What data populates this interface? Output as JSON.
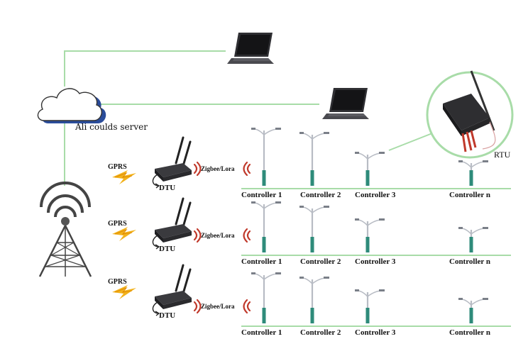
{
  "server": {
    "label": "Ali coulds server"
  },
  "rtu": {
    "label": "RTU"
  },
  "rows": [
    {
      "gprs": "GPRS",
      "dtu": "DTU",
      "link": "Zigbee/Lora",
      "controllers": [
        "Controller 1",
        "Controller 2",
        "Controller 3",
        "Controller n"
      ]
    },
    {
      "gprs": "GPRS",
      "dtu": "DTU",
      "link": "Zigbee/Lora",
      "controllers": [
        "Controller 1",
        "Controller 2",
        "Controller 3",
        "Controller n"
      ]
    },
    {
      "gprs": "GPRS",
      "dtu": "DTU",
      "link": "Zigbee/Lora",
      "controllers": [
        "Controller 1",
        "Controller 2",
        "Controller 3",
        "Controller n"
      ]
    }
  ],
  "colors": {
    "line": "#a8dca8",
    "pole": "#2e8b7a",
    "signal": "#c0392b",
    "lightning": "#f2b21b",
    "cloud_shadow": "#2a4c9a"
  },
  "icons": [
    "laptop-icon",
    "cloud-icon",
    "cell-tower-icon",
    "dtu-router-icon",
    "lightning-icon",
    "wireless-signal-icon",
    "street-light-icon",
    "rtu-device-icon"
  ]
}
